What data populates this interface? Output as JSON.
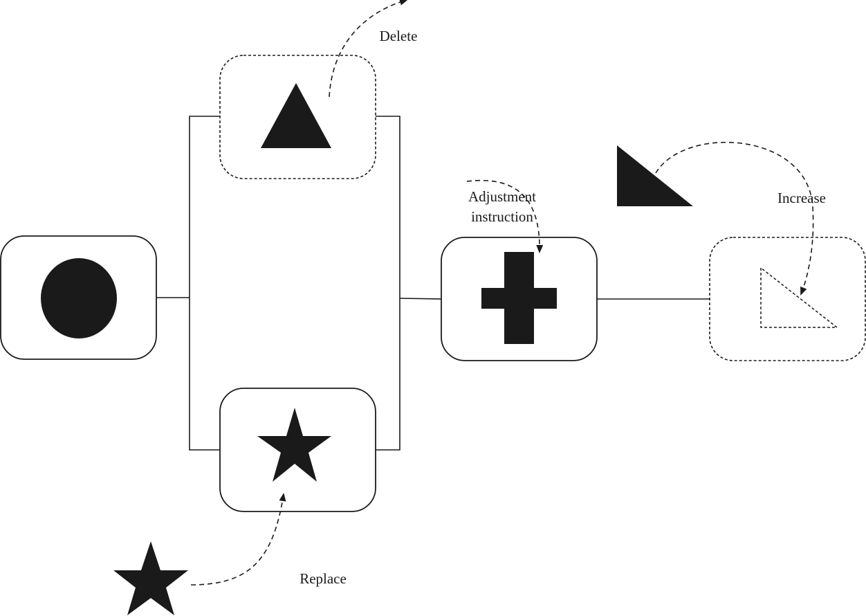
{
  "labels": {
    "delete": "Delete",
    "adjustment_line1": "Adjustment",
    "adjustment_line2": "instruction",
    "increase": "Increase",
    "replace": "Replace"
  },
  "nodes": [
    {
      "id": "circle-node",
      "symbol": "filled-circle",
      "border": "solid"
    },
    {
      "id": "triangle-node",
      "symbol": "filled-triangle",
      "border": "dashed"
    },
    {
      "id": "star-node",
      "symbol": "filled-star",
      "border": "solid"
    },
    {
      "id": "cross-node",
      "symbol": "filled-cross",
      "border": "solid"
    },
    {
      "id": "right-triangle-node",
      "symbol": "dashed-right-triangle",
      "border": "dashed"
    }
  ],
  "operations": [
    {
      "name": "delete",
      "target": "triangle-node"
    },
    {
      "name": "replace",
      "source": "star",
      "target": "star-node"
    },
    {
      "name": "adjustment",
      "target": "cross-node"
    },
    {
      "name": "increase",
      "source": "right-triangle",
      "target": "right-triangle-node"
    }
  ],
  "colors": {
    "ink": "#1a1a1a",
    "background": "#ffffff"
  }
}
